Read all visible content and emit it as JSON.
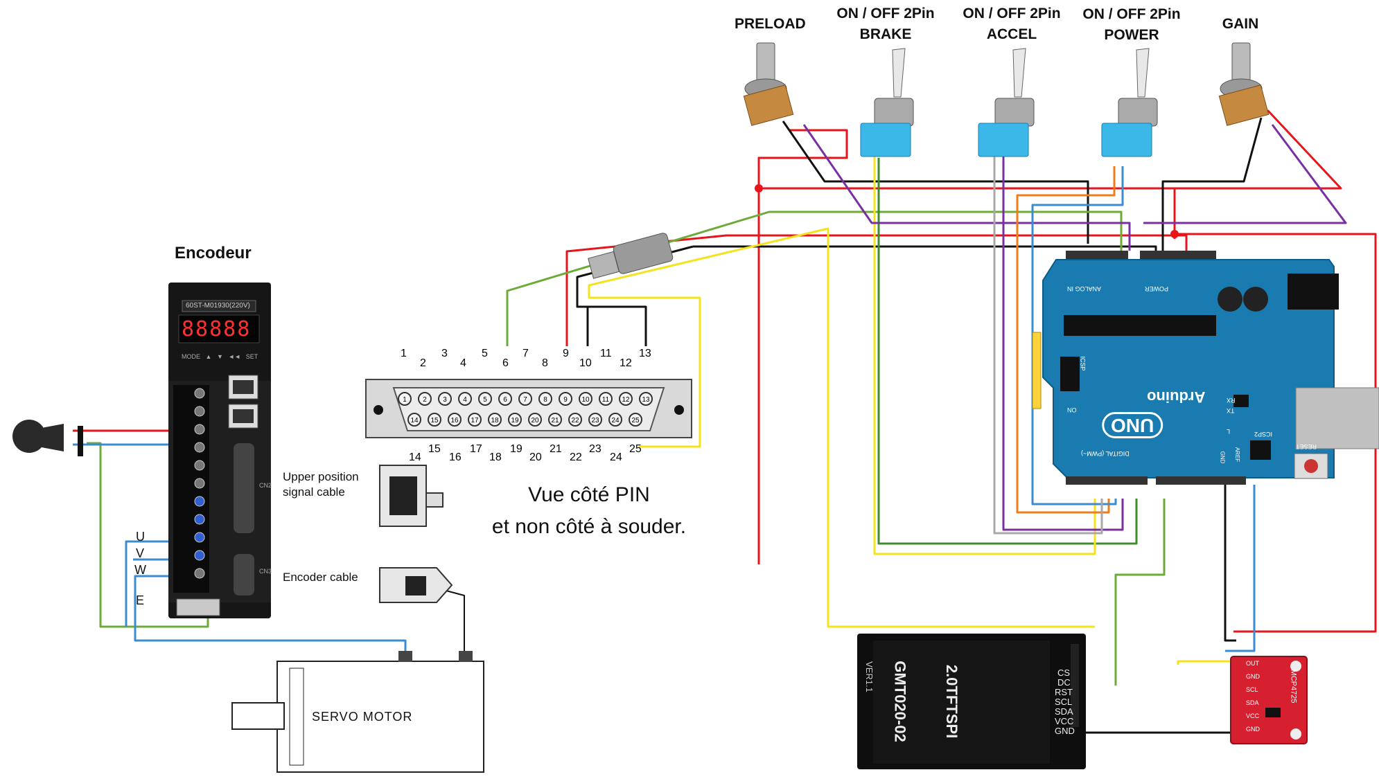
{
  "labels": {
    "preload": "PRELOAD",
    "brake_l1": "ON / OFF 2Pin",
    "brake_l2": "BRAKE",
    "accel_l1": "ON / OFF 2Pin",
    "accel_l2": "ACCEL",
    "power_l1": "ON / OFF 2Pin",
    "power_l2": "POWER",
    "gain": "GAIN",
    "encodeur": "Encodeur",
    "upper_position_1": "Upper position",
    "upper_position_2": "signal cable",
    "encoder_cable": "Encoder cable",
    "servo_motor": "SERVO MOTOR",
    "caption_1": "Vue côté PIN",
    "caption_2": "et non côté à souder.",
    "phase_u": "U",
    "phase_v": "V",
    "phase_w": "W",
    "phase_e": "E"
  },
  "driver": {
    "model": "60ST-M01930(220V)",
    "display": "88888",
    "buttons": [
      "MODE",
      "▲",
      "▼",
      "◄◄",
      "SET"
    ],
    "cn2": "CN2",
    "cn3": "CN3"
  },
  "db25": {
    "top_pins": [
      "1",
      "2",
      "3",
      "4",
      "5",
      "6",
      "7",
      "8",
      "9",
      "10",
      "11",
      "12",
      "13"
    ],
    "bottom_pins": [
      "14",
      "15",
      "16",
      "17",
      "18",
      "19",
      "20",
      "21",
      "22",
      "23",
      "24",
      "25"
    ]
  },
  "arduino": {
    "logo": "Arduino",
    "model": "UNO",
    "analog_label": "ANALOG IN",
    "power_label": "POWER",
    "digital_label": "DIGITAL (PWM~)",
    "icsp": "ICSP",
    "icsp2": "ICSP2",
    "reset": "RESET",
    "on": "ON",
    "tx": "TX",
    "rx": "RX",
    "l": "L",
    "aref": "AREF",
    "gnd": "GND"
  },
  "tft": {
    "name": "2.0TFTSPI",
    "model": "GMT020-02",
    "version": "VER1.1",
    "pins": [
      "CS",
      "DC",
      "RST",
      "SCL",
      "SDA",
      "VCC",
      "GND"
    ]
  },
  "dac": {
    "name": "MCP4725",
    "pins": [
      "OUT",
      "GND",
      "SCL",
      "SDA",
      "VCC",
      "GND"
    ]
  },
  "colors": {
    "red": "#e8141b",
    "black": "#111111",
    "green": "#6cab36",
    "yellow": "#f4e21b",
    "purple": "#7a2fa0",
    "orange": "#f07d18",
    "blue": "#3b8bd2",
    "gray": "#a8a8a8",
    "darkgreen": "#3d8c2e",
    "arduino_blue": "#1a7bb0"
  }
}
